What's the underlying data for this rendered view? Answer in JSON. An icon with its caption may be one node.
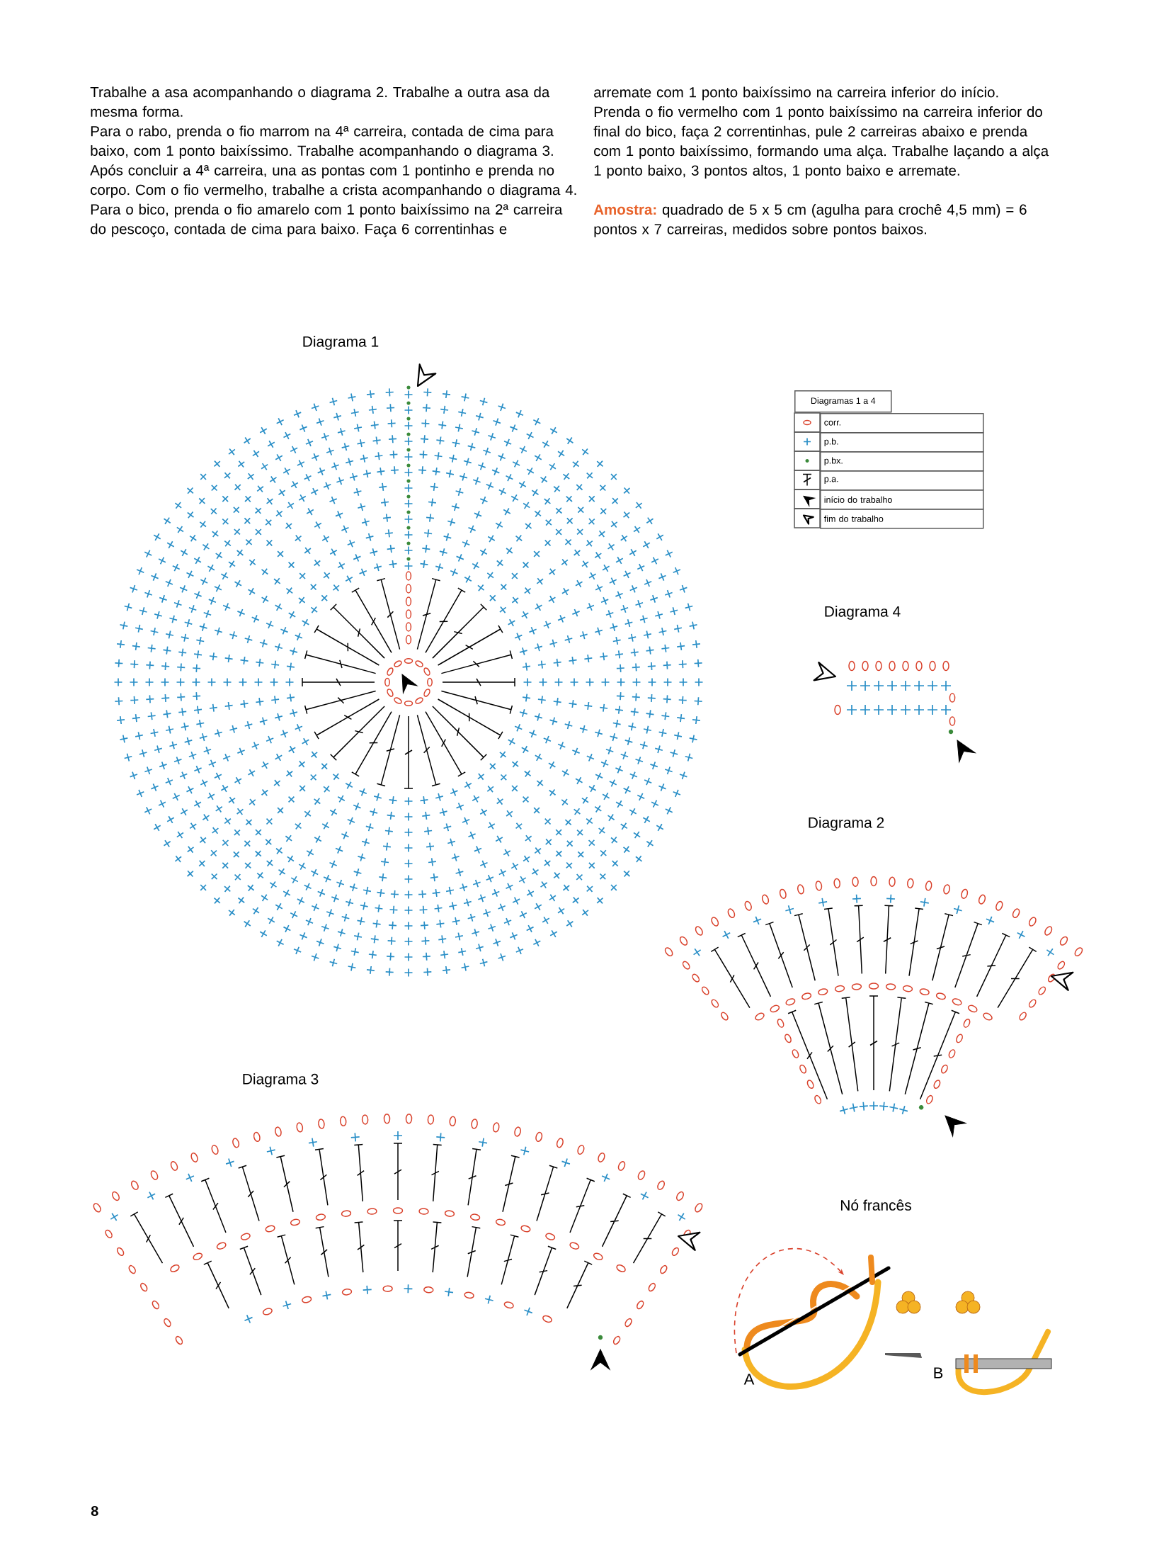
{
  "diagram": {
    "labels": [
      "Trabalhe a asa acompanhando o diagrama 2. Trabalhe a outra asa da mesma forma.",
      "Para o rabo, prenda o fio marrom na 4ª carreira, contada de cima para baixo, com 1 ponto baixíssimo. Trabalhe acompanhando o diagrama 3. Após concluir a 4ª carreira, una as pontas com 1 pontinho e prenda no corpo. Com o fio vermelho, trabalhe a crista acompanhando o diagrama 4.",
      "Para o bico, prenda o fio amarelo com 1 ponto baixíssimo na 2ª carreira do pescoço, contada de cima para baixo. Faça 6 correntinhas e",
      "arremate com 1 ponto baixíssimo na carreira inferior do início.",
      "Prenda o fio vermelho com 1 ponto baixíssimo na carreira inferior do final do bico, faça 2 correntinhas, pule 2 carreiras abaixo e prenda com 1 ponto baixíssimo, formando uma alça. Trabalhe laçando a alça 1 ponto baixo, 3 pontos altos, 1 ponto baixo e arremate.",
      "**Amostra:** quadrado de 5 x 5 cm (agulha para crochê 4,5 mm) = 6 pontos x 7 carreiras, medidos sobre pontos baixos.",
      "Diagrama 1",
      "Diagramas 1 a 4",
      "Diagrama 4",
      "Diagrama 2",
      "Diagrama 3",
      "Nó francês",
      "A",
      "B",
      "8"
    ],
    "legend": [
      {
        "text": "corr."
      },
      {
        "text": "p.b."
      },
      {
        "text": "p.bx."
      },
      {
        "text": "p.a."
      },
      {
        "text": "início do trabalho"
      },
      {
        "text": "fim do trabalho"
      }
    ]
  }
}
